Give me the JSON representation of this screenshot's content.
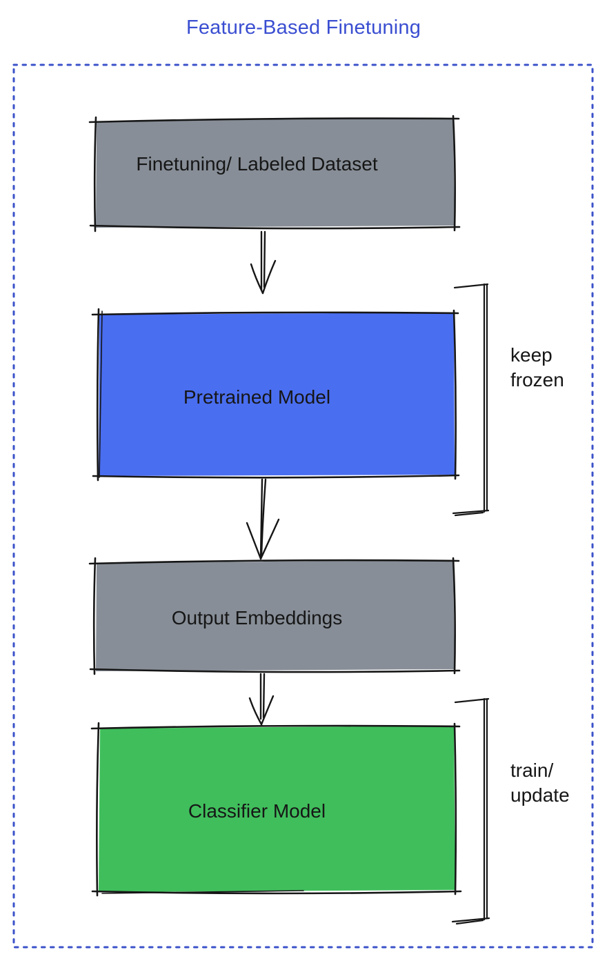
{
  "title": "Feature-Based Finetuning",
  "colors": {
    "title_blue": "#3A4ED1",
    "dotted_border_blue": "#3B52C9",
    "box_gray": "#878E97",
    "box_blue": "#4A6EF0",
    "box_green": "#40BE5C",
    "sketch_stroke": "#161616"
  },
  "nodes": [
    {
      "label": "Finetuning/ Labeled Dataset",
      "fill": "#878E97"
    },
    {
      "label": "Pretrained Model",
      "fill": "#4A6EF0"
    },
    {
      "label": "Output Embeddings",
      "fill": "#878E97"
    },
    {
      "label": "Classifier Model",
      "fill": "#40BE5C"
    }
  ],
  "annotations": [
    {
      "lines": [
        "keep",
        "frozen"
      ]
    },
    {
      "lines": [
        "train/",
        "update"
      ]
    }
  ]
}
